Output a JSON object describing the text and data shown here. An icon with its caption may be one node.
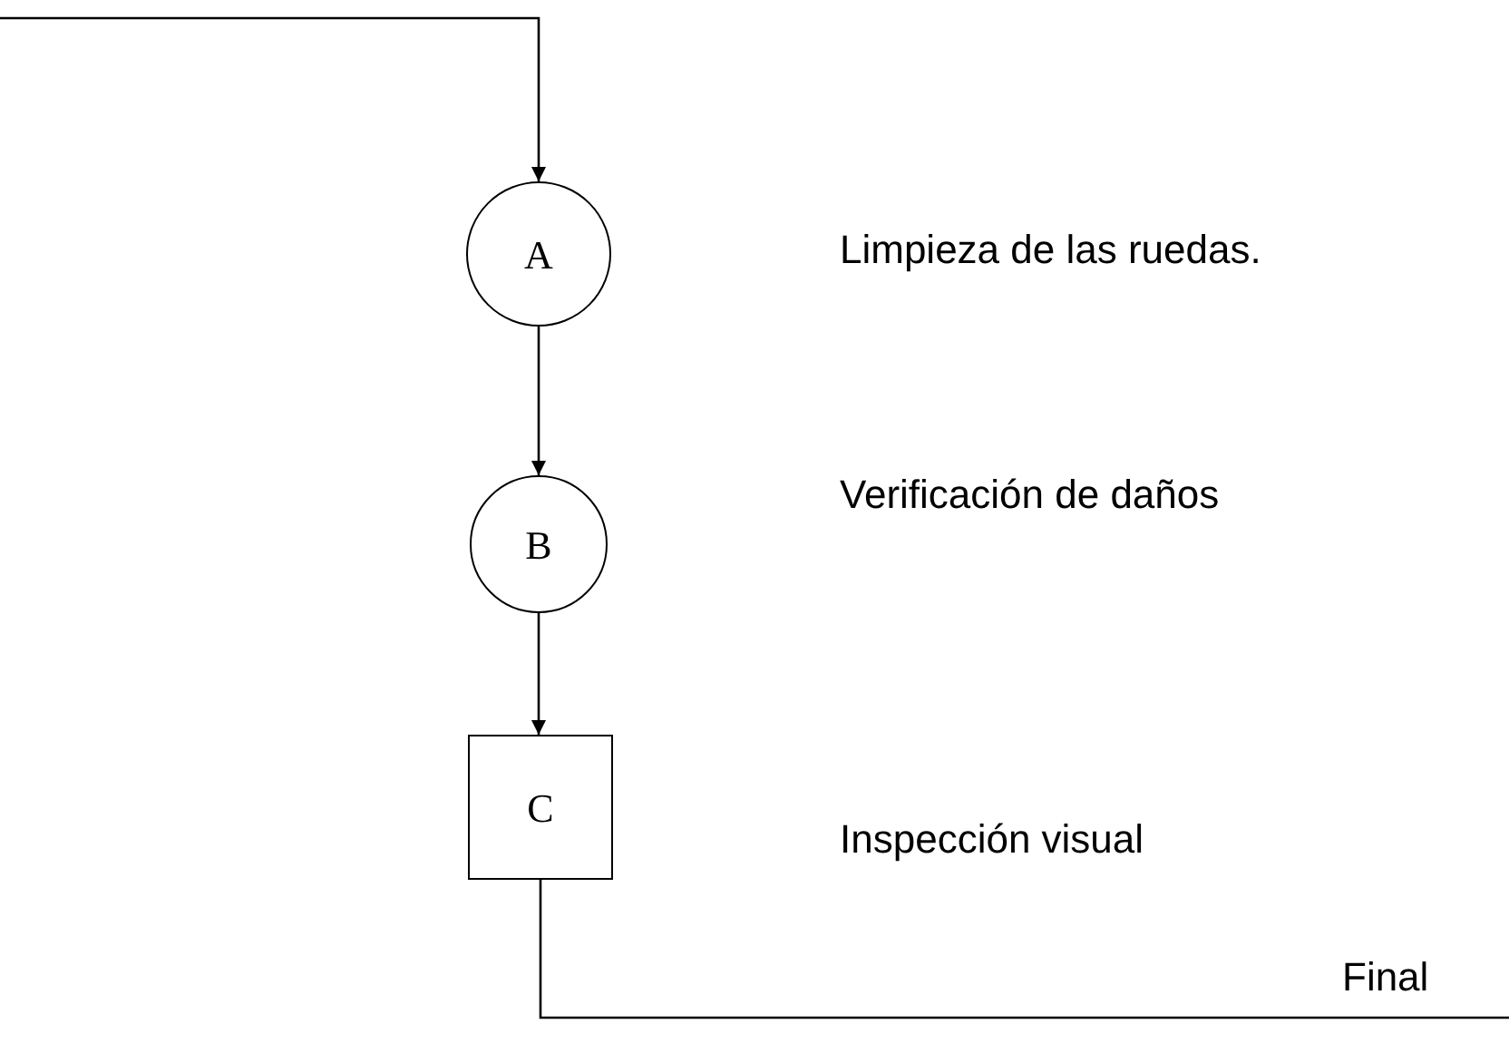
{
  "diagram": {
    "nodes": [
      {
        "text": [
          "A"
        ]
      },
      {
        "text": [
          "B"
        ]
      },
      {
        "text": [
          "C"
        ]
      },
      {
        "text": [
          "Final"
        ]
      }
    ],
    "edges": [
      {
        "from": null,
        "to": 0,
        "arrow": "to"
      },
      {
        "from": 0,
        "to": 1,
        "arrow": "to"
      },
      {
        "from": 1,
        "to": 2,
        "arrow": "to"
      },
      {
        "from": 2,
        "to": 3,
        "arrow": "none"
      }
    ],
    "labels": [
      "Limpieza de las ruedas.",
      "Verificación de daños",
      "Inspección visual"
    ]
  }
}
